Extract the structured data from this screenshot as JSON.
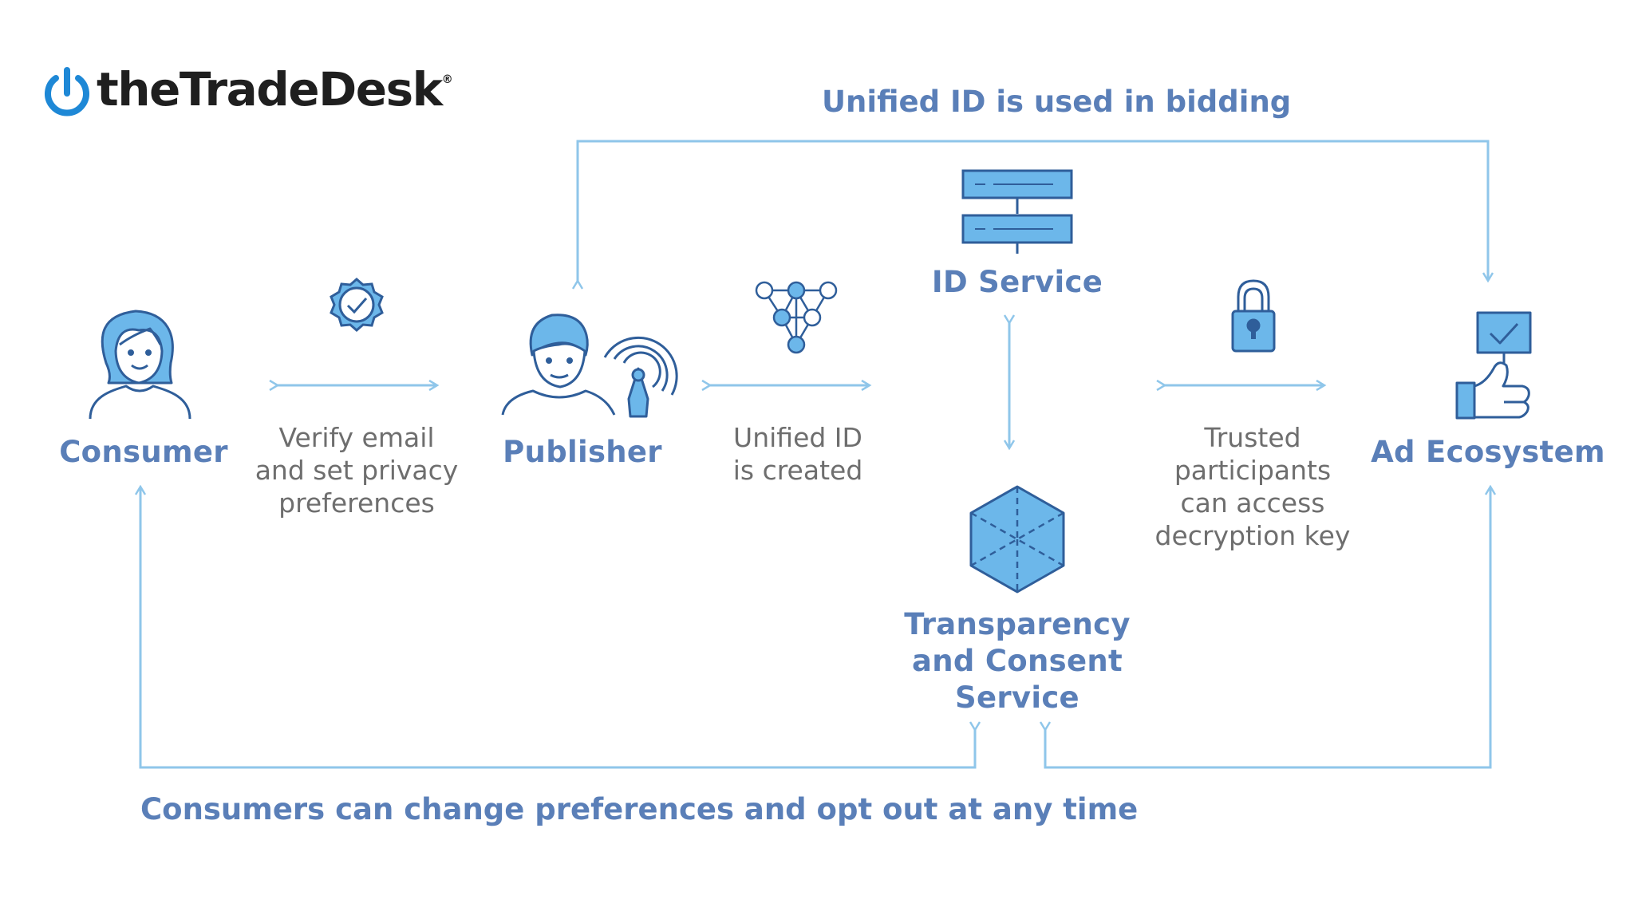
{
  "brand": {
    "name": "theTradeDesk",
    "reg": "®",
    "icon": "power-icon"
  },
  "banners": {
    "top": "Unified ID is used in bidding",
    "bottom": "Consumers can change preferences and opt out at any time"
  },
  "nodes": {
    "consumer": {
      "label": "Consumer",
      "icon": "consumer-person-icon"
    },
    "publisher": {
      "label": "Publisher",
      "icon": "publisher-broadcast-icon"
    },
    "id_service": {
      "label": "ID Service",
      "icon": "server-icon"
    },
    "ad_ecosystem": {
      "label": "Ad Ecosystem",
      "icon": "thumbs-up-checkbox-icon"
    },
    "tcs": {
      "lines": [
        "Transparency",
        "and Consent",
        "Service"
      ],
      "icon": "cube-icon"
    }
  },
  "captions": {
    "verify": {
      "lines": [
        "Verify email",
        "and set privacy",
        "preferences"
      ],
      "icon": "verified-badge-icon"
    },
    "unified": {
      "lines": [
        "Unified ID",
        "is created"
      ],
      "icon": "network-nodes-icon"
    },
    "trusted": {
      "lines": [
        "Trusted",
        "participants",
        "can access",
        "decryption key"
      ],
      "icon": "padlock-icon"
    }
  },
  "colors": {
    "brand_blue": "#5a7fb8",
    "line_blue": "#8fc6ea",
    "icon_fill": "#6cb7ea",
    "icon_stroke": "#2f5e9a",
    "logo_blue": "#1e88d6",
    "caption_gray": "#6e6e6e"
  }
}
